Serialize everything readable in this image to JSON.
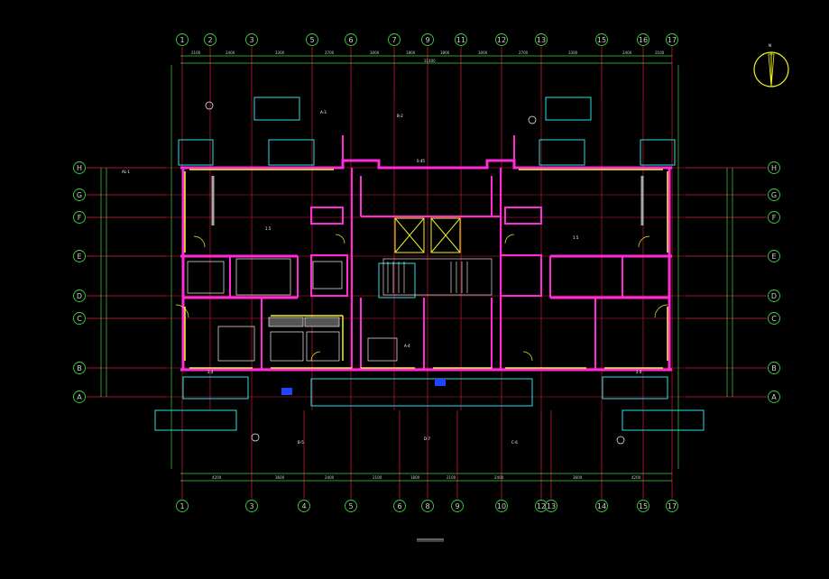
{
  "colors": {
    "background": "#000000",
    "grid_axis": "#e0203a",
    "wall": "#ff2bd6",
    "green": "#3ed23e",
    "yellow": "#f2f21e",
    "cyan": "#28e0ea",
    "white": "#ffffff",
    "gray": "#a8a8a8",
    "blue": "#2244ff"
  },
  "drawing": {
    "columns_top": [
      "1",
      "2",
      "3",
      "5",
      "6",
      "7",
      "9",
      "11",
      "12",
      "13",
      "15",
      "16",
      "17"
    ],
    "columns_bottom": [
      "1",
      "3",
      "4",
      "5",
      "6",
      "8",
      "9",
      "10",
      "12",
      "13",
      "14",
      "15",
      "17"
    ],
    "rows": [
      "H",
      "G",
      "F",
      "E",
      "D",
      "C",
      "B",
      "A"
    ],
    "north_arrow_label": "N"
  }
}
